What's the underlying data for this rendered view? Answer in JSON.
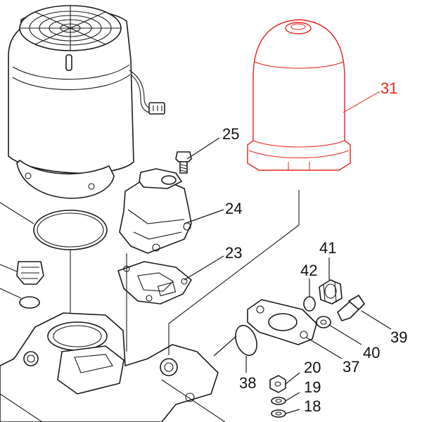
{
  "diagram": {
    "highlight_color": "#e8231b",
    "line_color": "#1a1a1a",
    "callouts": [
      "31",
      "25",
      "24",
      "23",
      "41",
      "42",
      "39",
      "40",
      "37",
      "38",
      "20",
      "19",
      "18"
    ],
    "highlighted_callout": "31"
  }
}
